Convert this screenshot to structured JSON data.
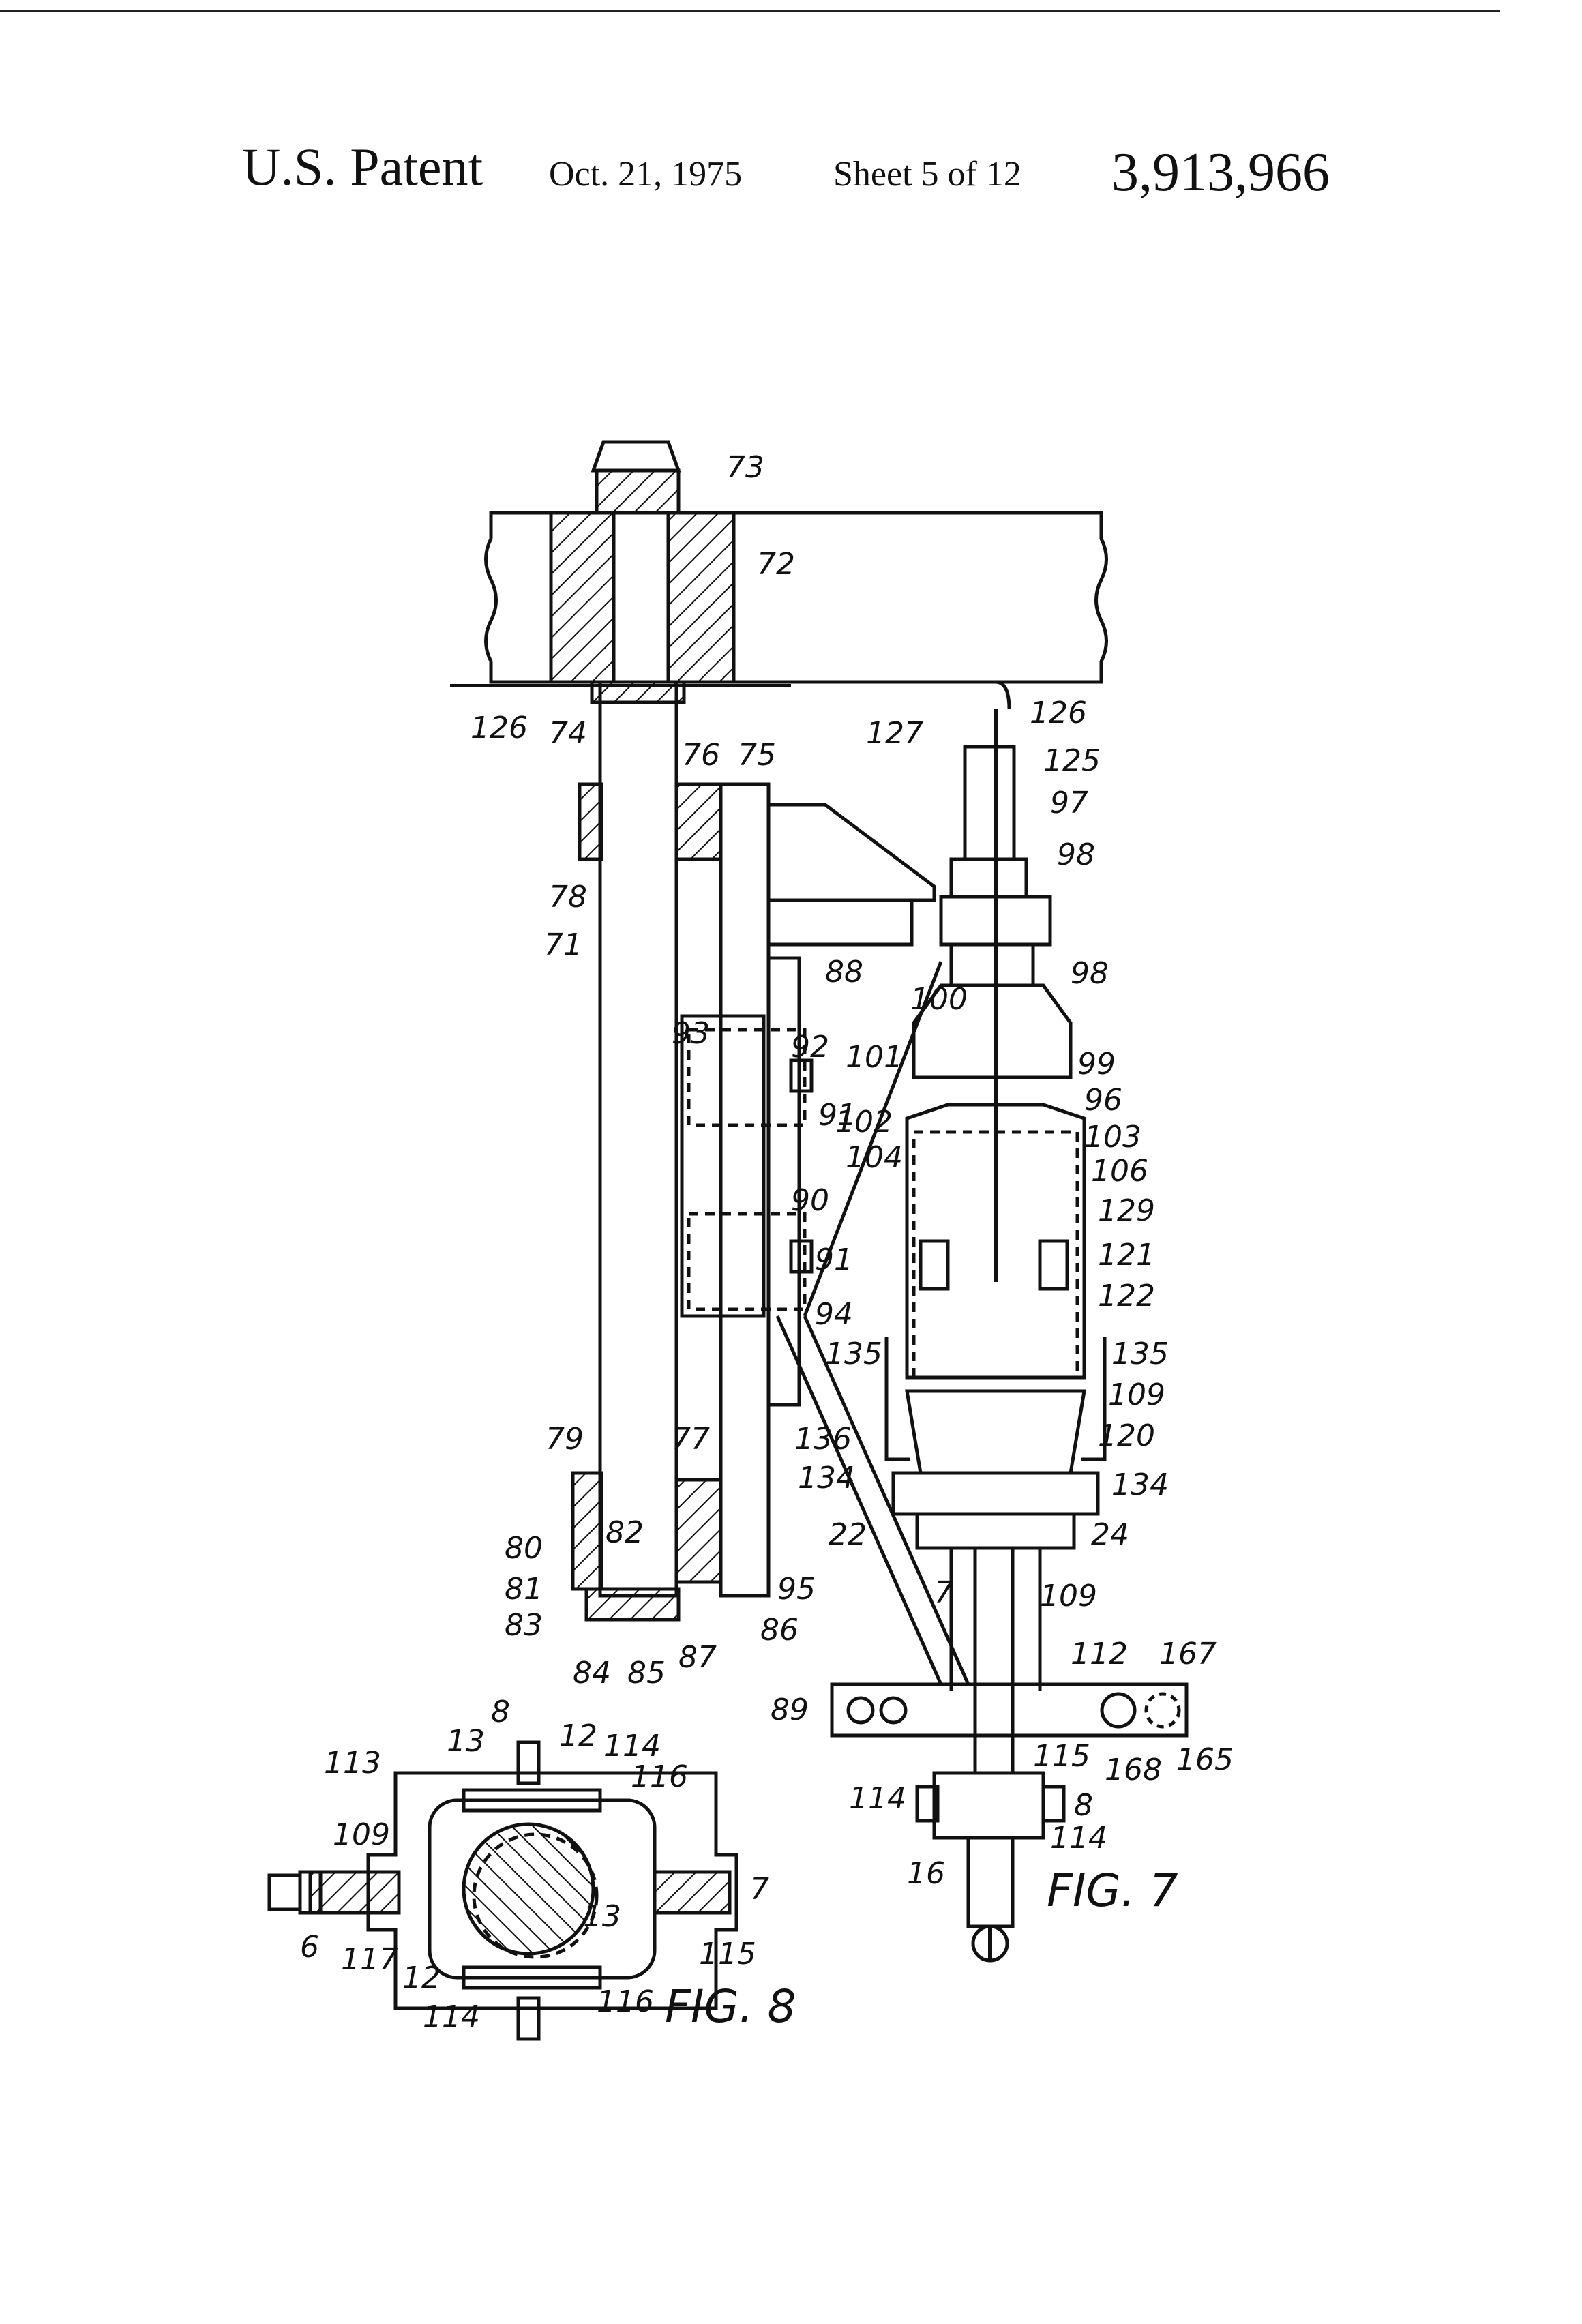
{
  "header": {
    "title": "U.S. Patent",
    "date": "Oct. 21, 1975",
    "sheet": "Sheet 5 of 12",
    "patent_number": "3,913,966"
  },
  "figures": {
    "fig7": "FIG. 7",
    "fig8": "FIG. 8"
  },
  "labels": {
    "l73": "73",
    "l72": "72",
    "l126a": "126",
    "l74": "74",
    "l127": "127",
    "l126b": "126",
    "l125": "125",
    "l76": "76",
    "l75": "75",
    "l97": "97",
    "l78": "78",
    "l98a": "98",
    "l71": "71",
    "l88": "88",
    "l98b": "98",
    "l100": "100",
    "l93": "93",
    "l92": "92",
    "l101": "101",
    "l99": "99",
    "l91a": "91",
    "l102": "102",
    "l96": "96",
    "l103": "103",
    "l104": "104",
    "l106": "106",
    "l90": "90",
    "l129": "129",
    "l91b": "91",
    "l121": "121",
    "l122": "122",
    "l94": "94",
    "l135a": "135",
    "l135b": "135",
    "l109a": "109",
    "l79": "79",
    "l77": "77",
    "l136": "136",
    "l120": "120",
    "l134a": "134",
    "l134b": "134",
    "l82": "82",
    "l80": "80",
    "l22": "22",
    "l24": "24",
    "l81": "81",
    "l95": "95",
    "l7a": "7",
    "l109b": "109",
    "l83": "83",
    "l86": "86",
    "l84": "84",
    "l85": "85",
    "l87": "87",
    "l112": "112",
    "l167": "167",
    "l89": "89",
    "l168": "168",
    "l165": "165",
    "l115a": "115",
    "l114a": "114",
    "l8a": "8",
    "l114b": "114",
    "l16": "16",
    "l8b": "8",
    "l13a": "13",
    "l12a": "12",
    "l114c": "114",
    "l113": "113",
    "l116a": "116",
    "l109c": "109",
    "l7b": "7",
    "l6": "6",
    "l117": "117",
    "l13b": "13",
    "l115b": "115",
    "l12b": "12",
    "l116b": "116",
    "l114d": "114"
  }
}
